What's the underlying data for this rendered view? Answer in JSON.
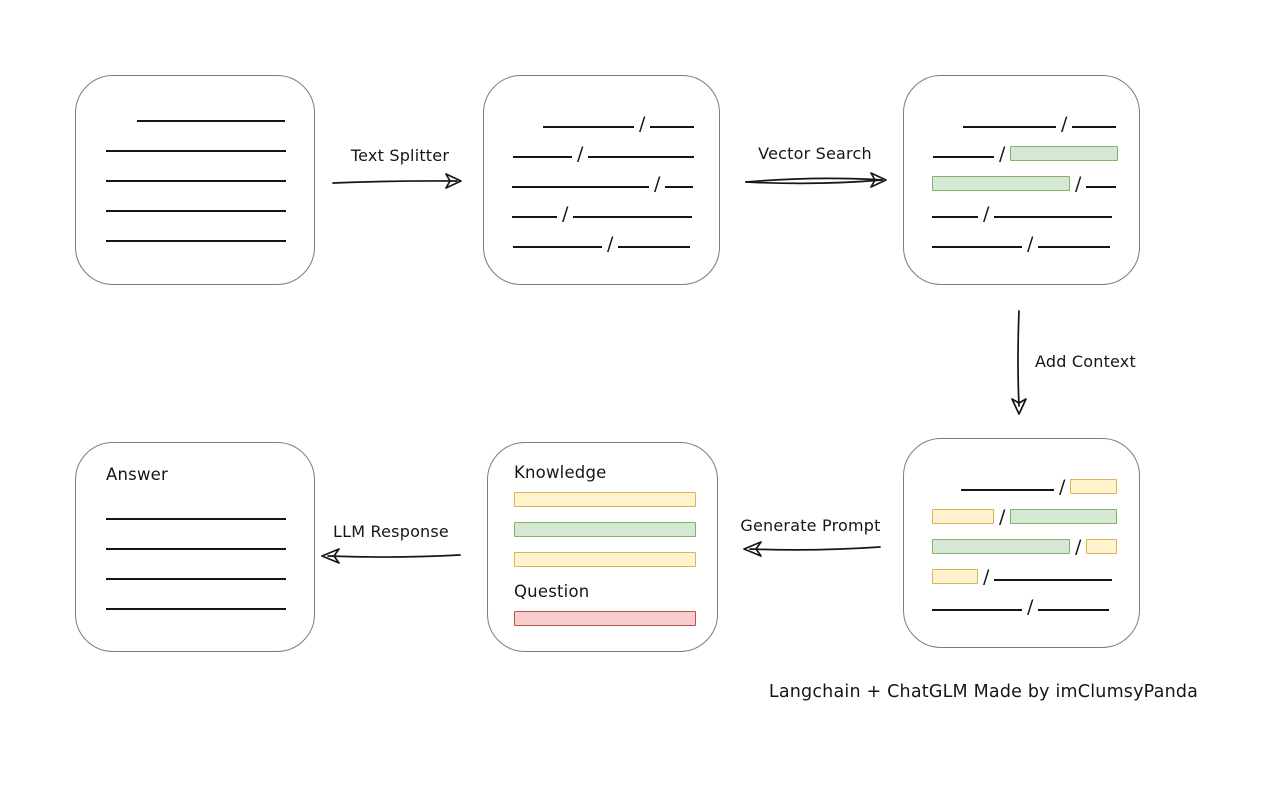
{
  "labels": {
    "text_splitter": "Text Splitter",
    "vector_search": "Vector Search",
    "add_context": "Add Context",
    "generate_prompt": "Generate Prompt",
    "llm_response": "LLM Response",
    "knowledge": "Knowledge",
    "question": "Question",
    "answer": "Answer",
    "slash": "/",
    "caption": "Langchain + ChatGLM Made by imClumsyPanda"
  },
  "colors": {
    "green_fill": "#d5e8d4",
    "green_border": "#82b366",
    "yellow_fill": "#fff2cc",
    "yellow_border": "#d6b656",
    "red_fill": "#f8cecc",
    "red_border": "#b85450",
    "box_border": "#7d7d7d",
    "ink": "#161616"
  },
  "boxes": {
    "document": {
      "lines": [
        {
          "indent": 31,
          "w": 148
        },
        {
          "indent": 0,
          "w": 180
        },
        {
          "indent": 0,
          "w": 180
        },
        {
          "indent": 0,
          "w": 180
        },
        {
          "indent": 0,
          "w": 180
        }
      ]
    },
    "split_chunks": {
      "rows": [
        {
          "indent": 31,
          "segments": [
            {
              "kind": "line",
              "w": 91
            },
            {
              "kind": "line",
              "w": 44
            }
          ]
        },
        {
          "indent": 1,
          "segments": [
            {
              "kind": "line",
              "w": 59
            },
            {
              "kind": "line",
              "w": 106
            }
          ]
        },
        {
          "indent": 0,
          "segments": [
            {
              "kind": "line",
              "w": 137
            },
            {
              "kind": "line",
              "w": 28
            }
          ]
        },
        {
          "indent": 0,
          "segments": [
            {
              "kind": "line",
              "w": 45
            },
            {
              "kind": "line",
              "w": 119
            }
          ]
        },
        {
          "indent": 1,
          "segments": [
            {
              "kind": "line",
              "w": 89
            },
            {
              "kind": "line",
              "w": 72
            }
          ]
        }
      ]
    },
    "searched_chunks": {
      "rows": [
        {
          "indent": 31,
          "segments": [
            {
              "kind": "line",
              "w": 93
            },
            {
              "kind": "line",
              "w": 44
            }
          ]
        },
        {
          "indent": 1,
          "segments": [
            {
              "kind": "line",
              "w": 61
            },
            {
              "kind": "green",
              "w": 108
            }
          ]
        },
        {
          "indent": 0,
          "segments": [
            {
              "kind": "green",
              "w": 138
            },
            {
              "kind": "line",
              "w": 30
            }
          ]
        },
        {
          "indent": 0,
          "segments": [
            {
              "kind": "line",
              "w": 46
            },
            {
              "kind": "line",
              "w": 118
            }
          ]
        },
        {
          "indent": 0,
          "segments": [
            {
              "kind": "line",
              "w": 90
            },
            {
              "kind": "line",
              "w": 72
            }
          ]
        }
      ]
    },
    "context_chunks": {
      "rows": [
        {
          "indent": 29,
          "segments": [
            {
              "kind": "line",
              "w": 93
            },
            {
              "kind": "yellow",
              "w": 47
            }
          ]
        },
        {
          "indent": 0,
          "segments": [
            {
              "kind": "yellow",
              "w": 62
            },
            {
              "kind": "green",
              "w": 107
            }
          ]
        },
        {
          "indent": 0,
          "segments": [
            {
              "kind": "green",
              "w": 138
            },
            {
              "kind": "yellow",
              "w": 31
            }
          ]
        },
        {
          "indent": 0,
          "segments": [
            {
              "kind": "yellow",
              "w": 46
            },
            {
              "kind": "line",
              "w": 118
            }
          ]
        },
        {
          "indent": 0,
          "segments": [
            {
              "kind": "line",
              "w": 90
            },
            {
              "kind": "line",
              "w": 71
            }
          ]
        }
      ]
    },
    "prompt": {
      "knowledge_bars": [
        "yellow",
        "green",
        "yellow"
      ],
      "question_bars": [
        "red"
      ]
    },
    "answer": {
      "lines": [
        {
          "indent": 0,
          "w": 180
        },
        {
          "indent": 0,
          "w": 180
        },
        {
          "indent": 0,
          "w": 180
        },
        {
          "indent": 0,
          "w": 180
        }
      ]
    }
  }
}
